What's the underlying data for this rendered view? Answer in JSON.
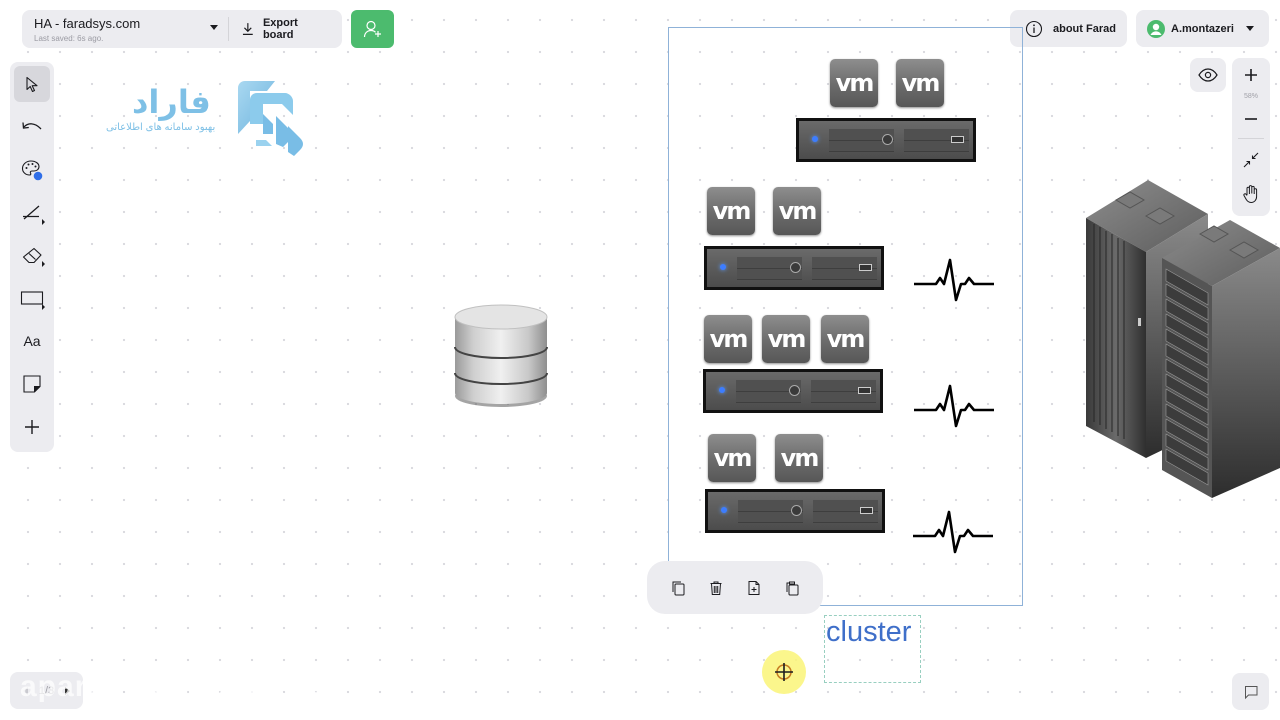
{
  "header": {
    "board_title": "HA - faradsys.com",
    "last_saved": "Last saved: 6s ago.",
    "export_label": "Export board",
    "share_icon": "add-user-icon",
    "about_label": "about Farad",
    "user_name": "A.montazeri"
  },
  "toolbar": {
    "tools": [
      {
        "name": "select",
        "icon": "cursor-arrow-icon",
        "active": true
      },
      {
        "name": "undo",
        "icon": "undo-icon"
      },
      {
        "name": "color",
        "icon": "palette-icon",
        "accent": "#2f6ee8"
      },
      {
        "name": "line",
        "icon": "line-pen-icon"
      },
      {
        "name": "eraser",
        "icon": "eraser-icon"
      },
      {
        "name": "shape",
        "icon": "rectangle-icon"
      },
      {
        "name": "text",
        "icon": "text-icon",
        "label": "Aa"
      },
      {
        "name": "sticky-note",
        "icon": "sticky-note-icon"
      },
      {
        "name": "add",
        "icon": "plus-icon"
      }
    ]
  },
  "view_controls": {
    "zoom_level": "58%"
  },
  "pager": {
    "current": "1/3"
  },
  "canvas": {
    "logo": {
      "title": "فاراد",
      "subtitle": "بهبود سامانه های اطلاعاتی"
    },
    "cluster_label": "cluster",
    "vm_label": "vm",
    "cluster_nodes": [
      {
        "vms": 2,
        "heartbeat": false
      },
      {
        "vms": 2,
        "heartbeat": true
      },
      {
        "vms": 3,
        "heartbeat": true
      },
      {
        "vms": 2,
        "heartbeat": true
      }
    ],
    "watermark": "aparat.com/faradsys"
  },
  "colors": {
    "share_green": "#4cbb6e",
    "frame_blue": "#8fb2d8",
    "cluster_text": "#3f6fc9",
    "logo_blue": "#7ec0e6",
    "cursor_highlight": "#faf578"
  }
}
